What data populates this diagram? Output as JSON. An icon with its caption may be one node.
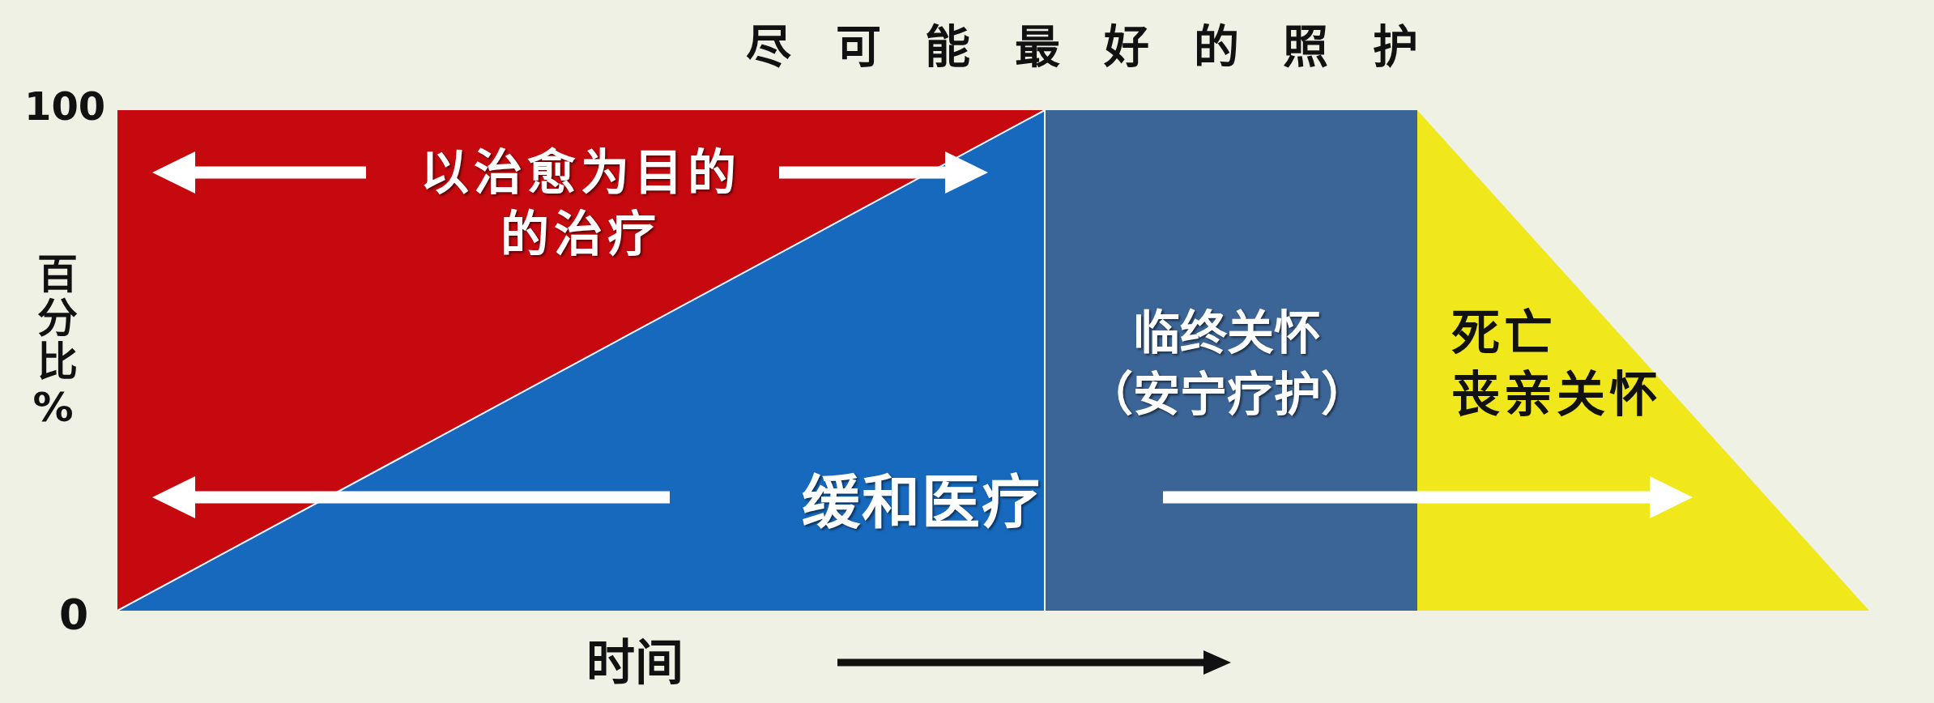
{
  "diagram": {
    "title": "尽可能最好的照护",
    "nodes": [
      {
        "text": [
          "以治愈为目的的治疗"
        ]
      },
      {
        "text": [
          "缓和医疗"
        ]
      },
      {
        "text": [
          "临终关怀（安宁疗护）"
        ]
      },
      {
        "text": [
          "死亡",
          "丧亲关怀"
        ]
      }
    ],
    "labels": [
      "100",
      "百分比%",
      "0",
      "时间"
    ]
  }
}
